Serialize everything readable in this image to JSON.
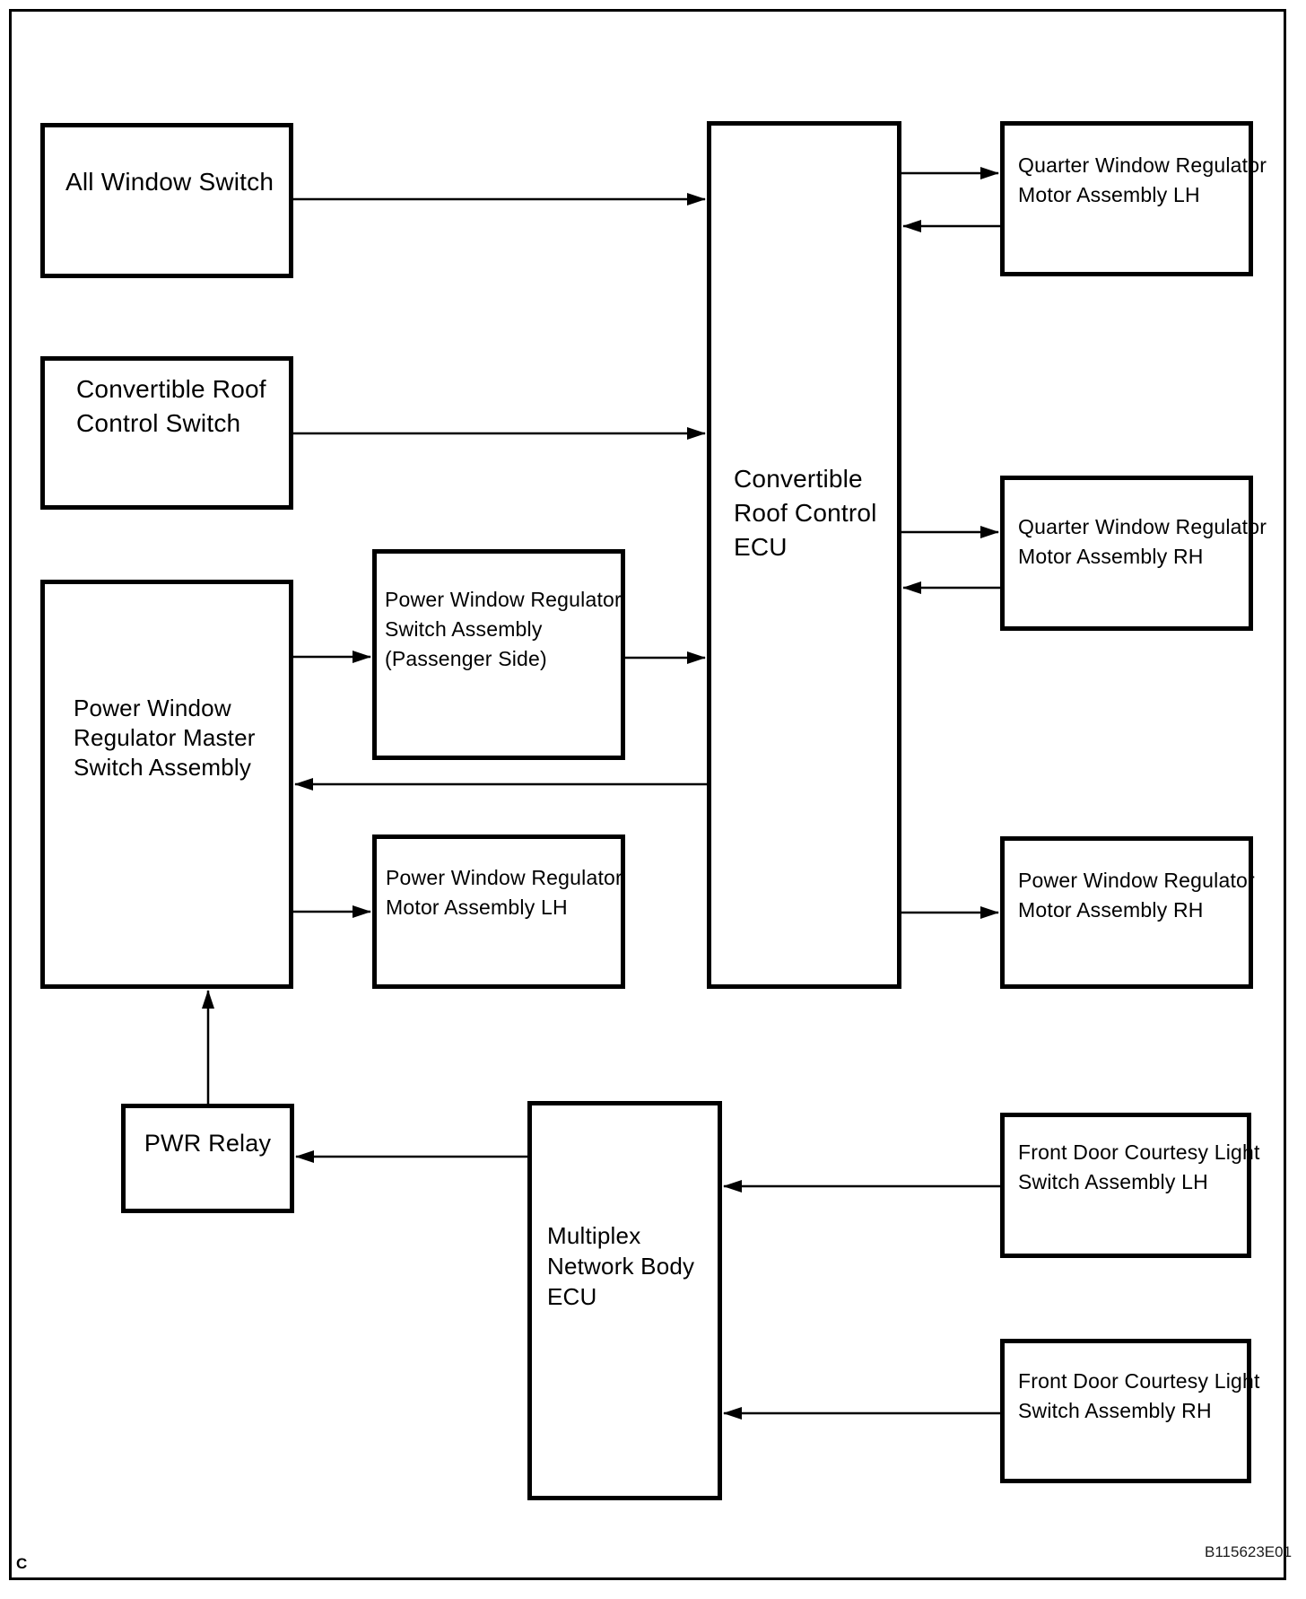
{
  "diagram": {
    "title_hint": "Convertible roof / power window control system block diagram",
    "corner_label": "C",
    "figure_id": "B115623E01",
    "colors": {
      "line": "#000000",
      "background": "#ffffff",
      "text": "#000000"
    },
    "nodes": {
      "all_window_switch": {
        "label": "All Window Switch"
      },
      "convertible_roof_control_switch": {
        "label": "Convertible Roof\nControl Switch"
      },
      "power_window_regulator_master_switch_assembly": {
        "label": "Power Window\nRegulator Master\nSwitch Assembly"
      },
      "power_window_regulator_switch_assembly_passenger": {
        "label": "Power Window Regulator\nSwitch Assembly\n(Passenger Side)"
      },
      "power_window_regulator_motor_assembly_lh": {
        "label": "Power Window Regulator\nMotor Assembly LH"
      },
      "convertible_roof_control_ecu": {
        "label": "Convertible\nRoof Control\nECU"
      },
      "quarter_window_regulator_motor_assembly_lh": {
        "label": "Quarter Window Regulator\nMotor Assembly LH"
      },
      "quarter_window_regulator_motor_assembly_rh": {
        "label": "Quarter Window Regulator\nMotor Assembly RH"
      },
      "power_window_regulator_motor_assembly_rh": {
        "label": "Power Window Regulator\nMotor Assembly RH"
      },
      "pwr_relay": {
        "label": "PWR Relay"
      },
      "multiplex_network_body_ecu": {
        "label": "Multiplex\nNetwork Body\nECU"
      },
      "front_door_courtesy_light_switch_assembly_lh": {
        "label": "Front Door Courtesy Light\nSwitch Assembly LH"
      },
      "front_door_courtesy_light_switch_assembly_rh": {
        "label": "Front Door Courtesy Light\nSwitch Assembly RH"
      }
    },
    "connections": [
      {
        "from": "All Window Switch",
        "to": "Convertible Roof Control ECU"
      },
      {
        "from": "Convertible Roof Control Switch",
        "to": "Convertible Roof Control ECU"
      },
      {
        "from": "Convertible Roof Control ECU",
        "to": "Quarter Window Regulator Motor Assembly LH"
      },
      {
        "from": "Quarter Window Regulator Motor Assembly LH",
        "to": "Convertible Roof Control ECU"
      },
      {
        "from": "Convertible Roof Control ECU",
        "to": "Quarter Window Regulator Motor Assembly RH"
      },
      {
        "from": "Quarter Window Regulator Motor Assembly RH",
        "to": "Convertible Roof Control ECU"
      },
      {
        "from": "Power Window Regulator Master Switch Assembly",
        "to": "Power Window Regulator Switch Assembly (Passenger Side)"
      },
      {
        "from": "Power Window Regulator Switch Assembly (Passenger Side)",
        "to": "Convertible Roof Control ECU"
      },
      {
        "from": "Convertible Roof Control ECU",
        "to": "Power Window Regulator Master Switch Assembly"
      },
      {
        "from": "Power Window Regulator Master Switch Assembly",
        "to": "Power Window Regulator Motor Assembly LH"
      },
      {
        "from": "Convertible Roof Control ECU",
        "to": "Power Window Regulator Motor Assembly RH"
      },
      {
        "from": "PWR Relay",
        "to": "Power Window Regulator Master Switch Assembly"
      },
      {
        "from": "Multiplex Network Body ECU",
        "to": "PWR Relay"
      },
      {
        "from": "Front Door Courtesy Light Switch Assembly LH",
        "to": "Multiplex Network Body ECU"
      },
      {
        "from": "Front Door Courtesy Light Switch Assembly RH",
        "to": "Multiplex Network Body ECU"
      }
    ]
  }
}
